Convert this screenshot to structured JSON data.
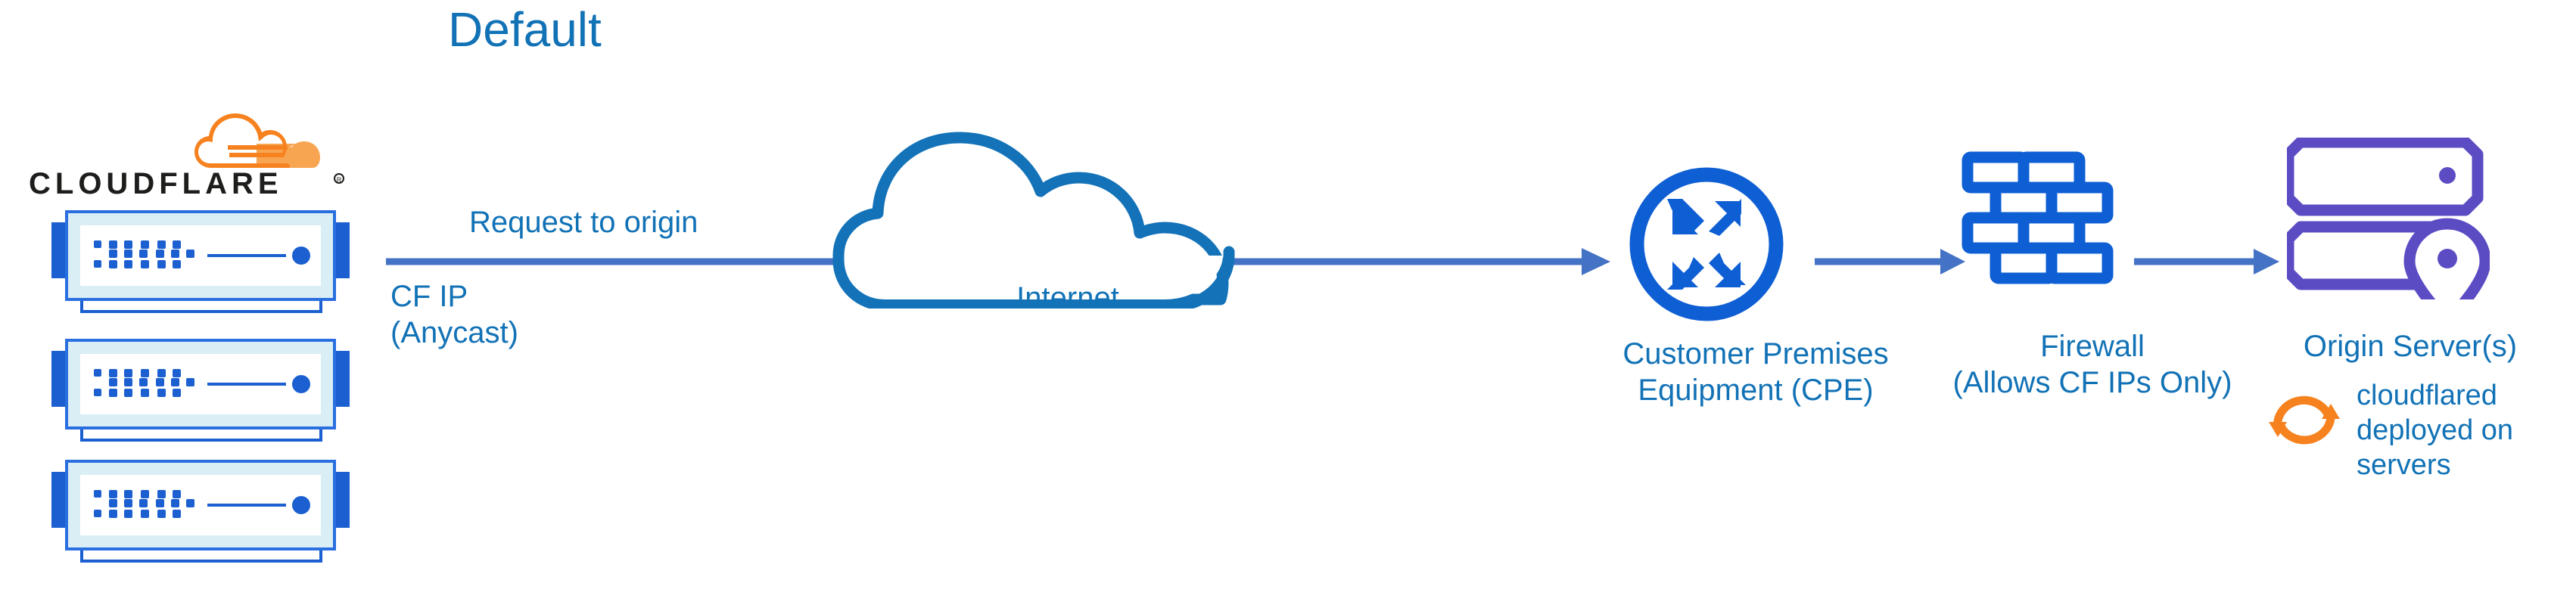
{
  "diagram": {
    "title": "Default",
    "background_color": "#ffffff",
    "accent_blue": "#1272b6",
    "node_blue": "#0f5fd4",
    "arrow_blue": "#4472c4",
    "purple": "#5b4cc4",
    "orange": "#f6821f"
  },
  "cloudflare_logo": {
    "wordmark": "CLOUDFLARE",
    "registered_mark": "®",
    "mark_icon": "cloudflare-cloud-icon",
    "servers_count": 3,
    "server_icon": "server-rack-icon"
  },
  "flow": {
    "request_label": "Request to origin",
    "source_label_line1": "CF IP",
    "source_label_line2": "(Anycast)"
  },
  "internet": {
    "label": "Internet",
    "icon": "cloud-outline-icon"
  },
  "cpe": {
    "icon": "router-four-arrows-icon",
    "label_line1": "Customer Premises",
    "label_line2": "Equipment (CPE)"
  },
  "firewall": {
    "icon": "brick-wall-icon",
    "label_line1": "Firewall",
    "label_line2": "(Allows CF IPs Only)"
  },
  "origin": {
    "icon": "server-location-pin-icon",
    "label": "Origin Server(s)"
  },
  "cloudflared": {
    "icon": "circular-sync-arrows-icon",
    "note_line1": "cloudflared",
    "note_line2": "deployed on",
    "note_line3": "servers"
  },
  "arrows": [
    {
      "name": "arrow-cf-to-cpe",
      "from": "cloudflare-servers",
      "to": "cpe"
    },
    {
      "name": "arrow-cpe-to-firewall",
      "from": "cpe",
      "to": "firewall"
    },
    {
      "name": "arrow-firewall-to-origin",
      "from": "firewall",
      "to": "origin"
    }
  ]
}
